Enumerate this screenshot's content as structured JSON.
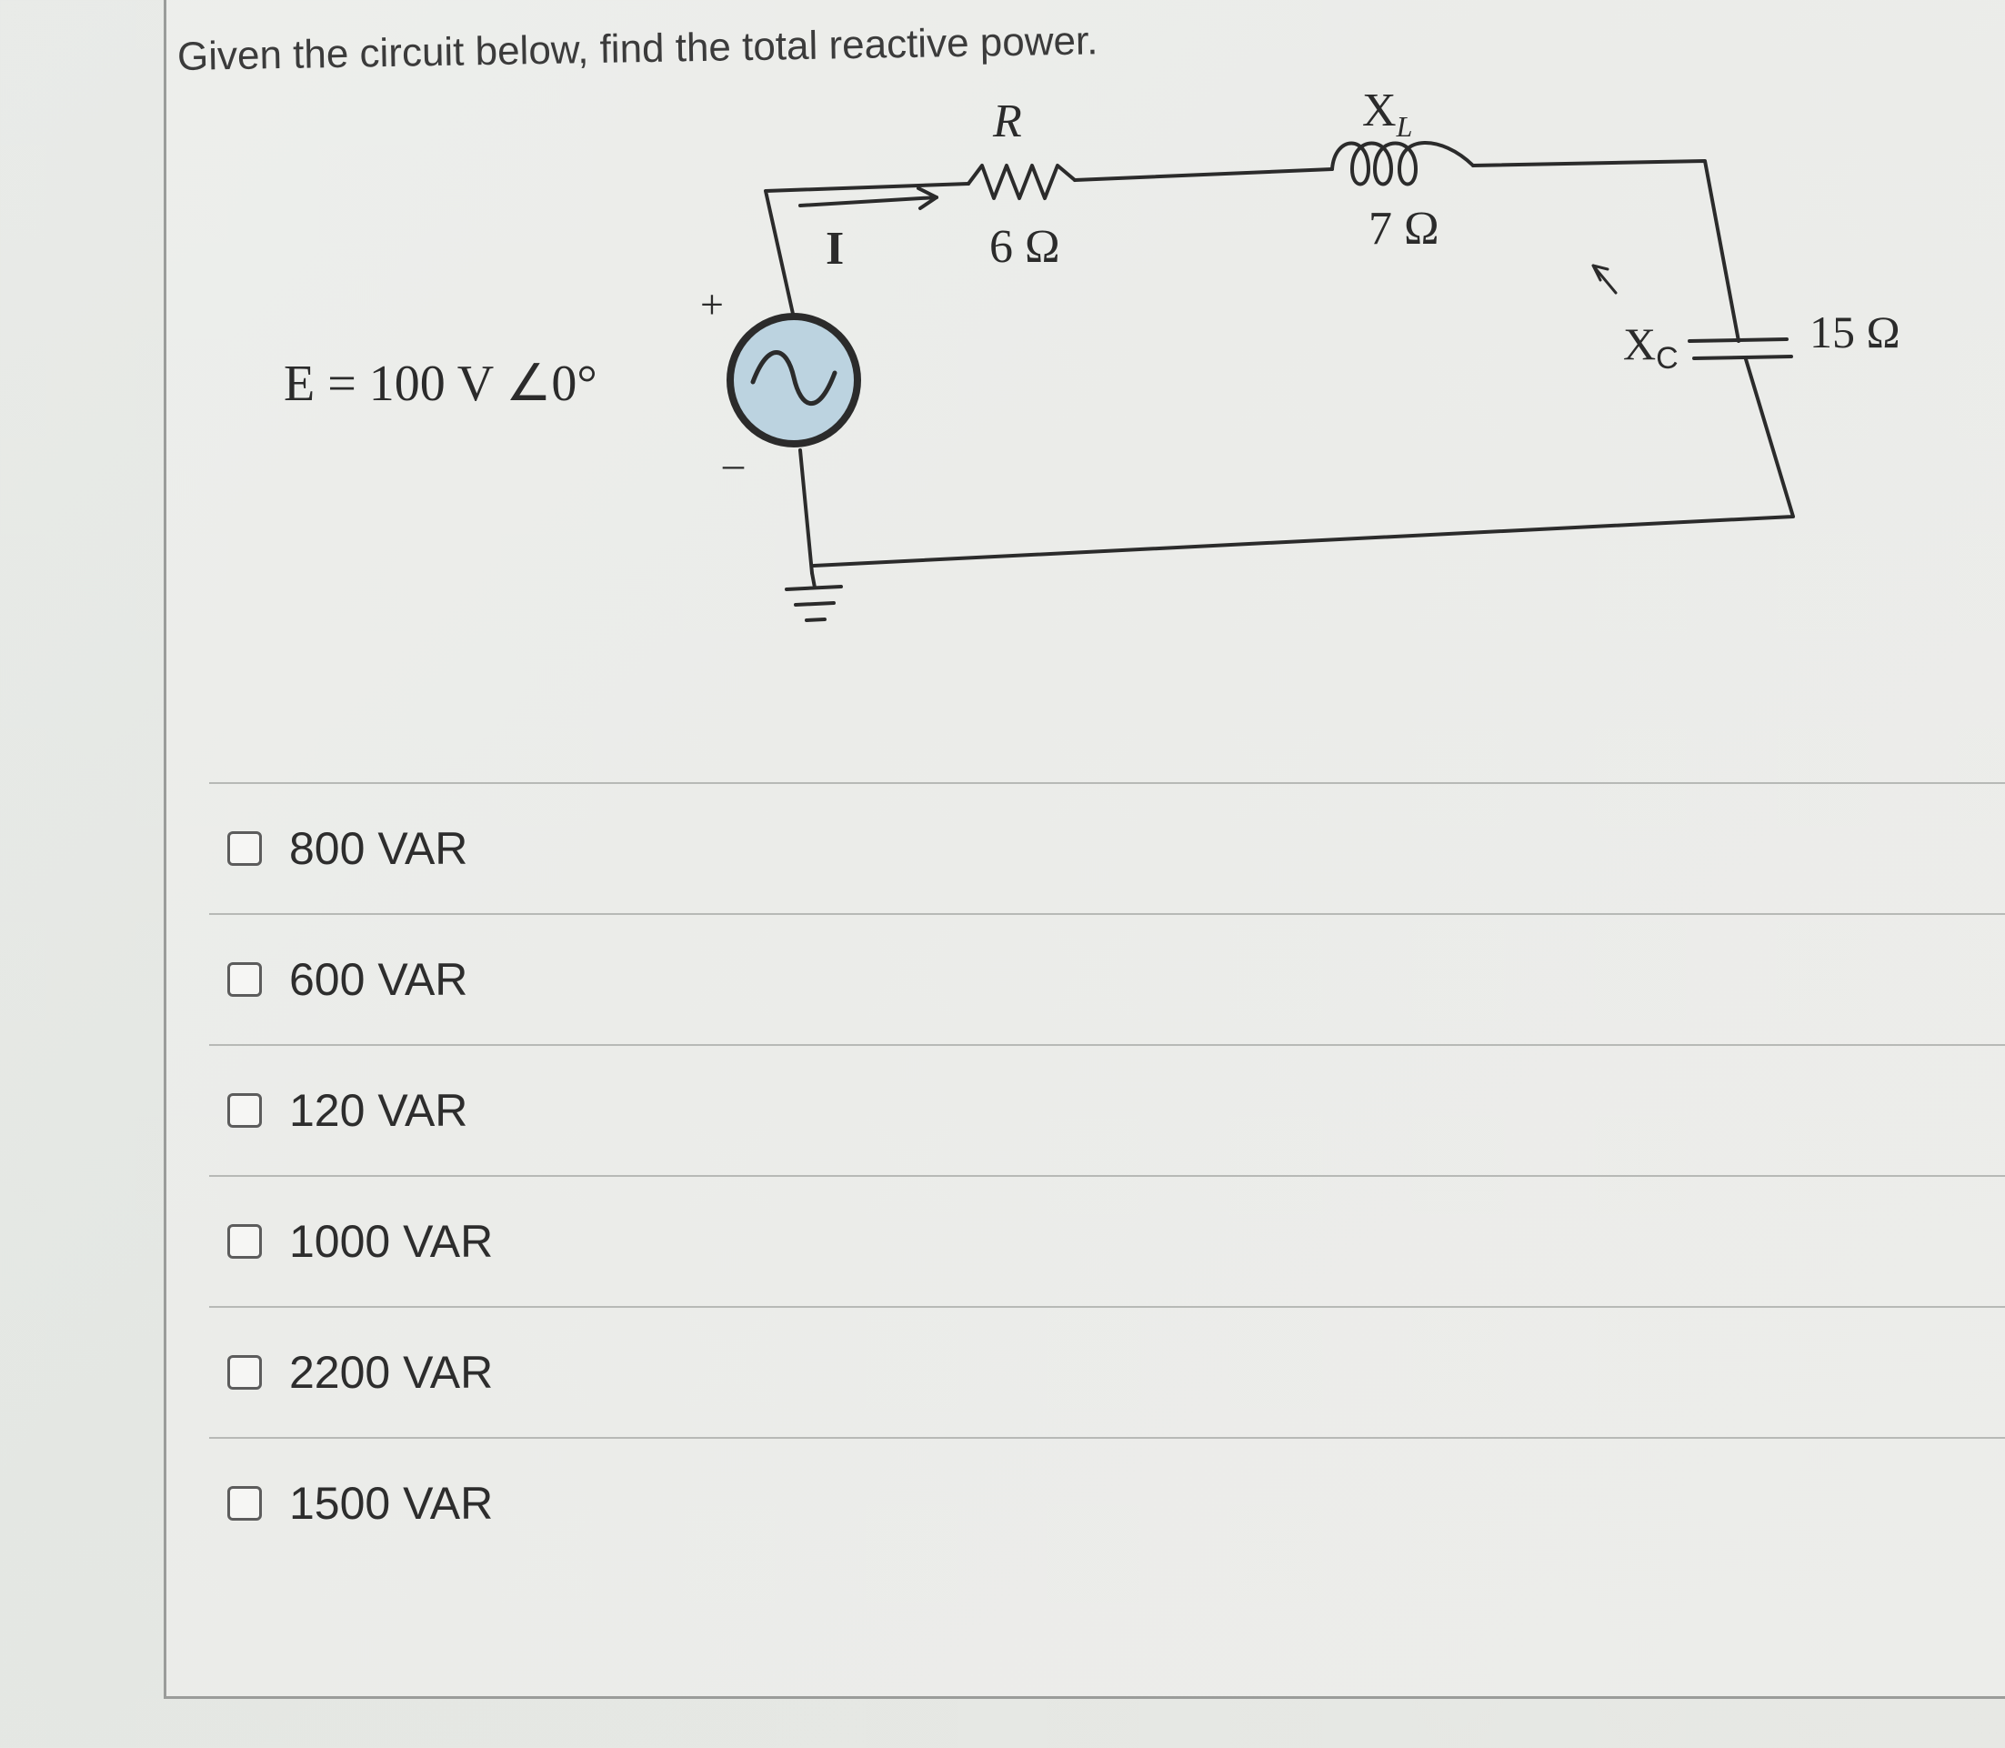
{
  "question": {
    "text": "Given the circuit below, find  the total reactive power."
  },
  "circuit": {
    "source_label": "E = 100 V ∠0°",
    "plus_sign": "+",
    "minus_sign": "–",
    "current_label": "I",
    "resistor_label": "R",
    "resistor_value": "6 Ω",
    "inductor_label": "X",
    "inductor_subscript": "L",
    "inductor_value": "7 Ω",
    "capacitor_label": "X",
    "capacitor_subscript": "C",
    "capacitor_value": "15 Ω",
    "source_fill_color": "#bcd3e0"
  },
  "options": [
    {
      "label": "800 VAR",
      "checked": false
    },
    {
      "label": "600 VAR",
      "checked": false
    },
    {
      "label": "120 VAR",
      "checked": false
    },
    {
      "label": "1000 VAR",
      "checked": false
    },
    {
      "label": "2200 VAR",
      "checked": false
    },
    {
      "label": "1500 VAR",
      "checked": false
    }
  ]
}
